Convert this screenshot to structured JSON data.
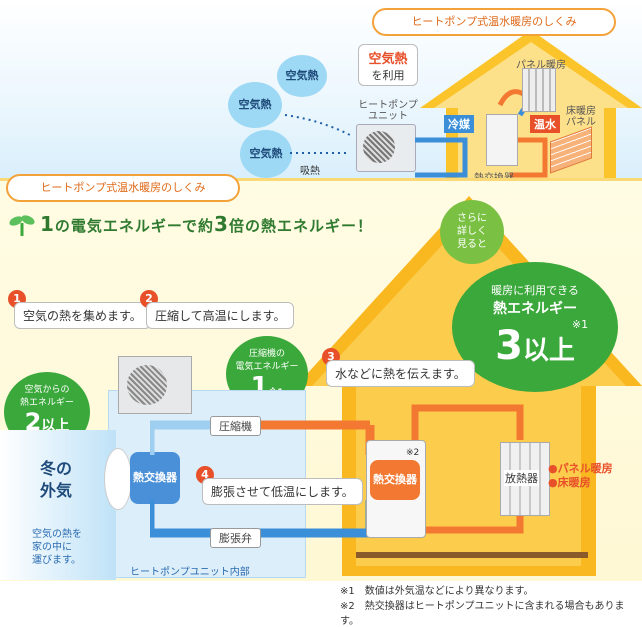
{
  "top": {
    "title": "ヒートポンプ式温水暖房のしくみ",
    "air_bubbles": [
      "空気熱",
      "空気熱",
      "空気熱"
    ],
    "heat_absorb": "吸熱",
    "air_heat_use_1": "空気熱",
    "air_heat_use_2": "を利用",
    "unit_label_1": "ヒートポンプ",
    "unit_label_2": "ユニット",
    "refrigerant": "冷媒",
    "hot_water": "温水",
    "panel_heater": "パネル暖房",
    "floor_panel_1": "床暖房",
    "floor_panel_2": "パネル",
    "heat_exchanger": "熱交換器"
  },
  "main": {
    "section_title": "ヒートポンプ式温水暖房のしくみ",
    "headline_pre": "1",
    "headline_mid": "の電気エネルギーで約",
    "headline_num": "3",
    "headline_post": "倍の熱エネルギー！",
    "more_1": "さらに",
    "more_2": "詳しく",
    "more_3": "見ると",
    "steps": [
      {
        "n": "1",
        "text": "空気の熱を集めます。"
      },
      {
        "n": "2",
        "text": "圧縮して高温にします。"
      },
      {
        "n": "3",
        "text": "水などに熱を伝えます。"
      },
      {
        "n": "4",
        "text": "膨張させて低温にします。"
      }
    ],
    "compressor_energy_1": "圧縮機の",
    "compressor_energy_2": "電気エネルギー",
    "compressor_energy_num": "1",
    "note1_mark": "※1",
    "air_energy_1": "空気からの",
    "air_energy_2": "熱エネルギー",
    "air_energy_num": "2",
    "air_energy_suffix": "以上",
    "output_1": "暖房に利用できる",
    "output_2": "熱エネルギー",
    "output_num": "3",
    "output_suffix": "以上",
    "winter_1": "冬の",
    "winter_2": "外気",
    "bring_1": "空気の熱を",
    "bring_2": "家の中に",
    "bring_3": "運びます。",
    "hx_left": "熱交換器",
    "hx_right": "熱交換器",
    "note2_mark": "※2",
    "compressor": "圧縮機",
    "expansion_valve": "膨張弁",
    "unit_inside": "ヒートポンプユニット内部",
    "radiator": "放熱器",
    "use_1": "●パネル暖房",
    "use_2": "●床暖房"
  },
  "footnotes": [
    "※1　数値は外気温などにより異なります。",
    "※2　熱交換器はヒートポンプユニットに含まれる場合もあります。"
  ]
}
